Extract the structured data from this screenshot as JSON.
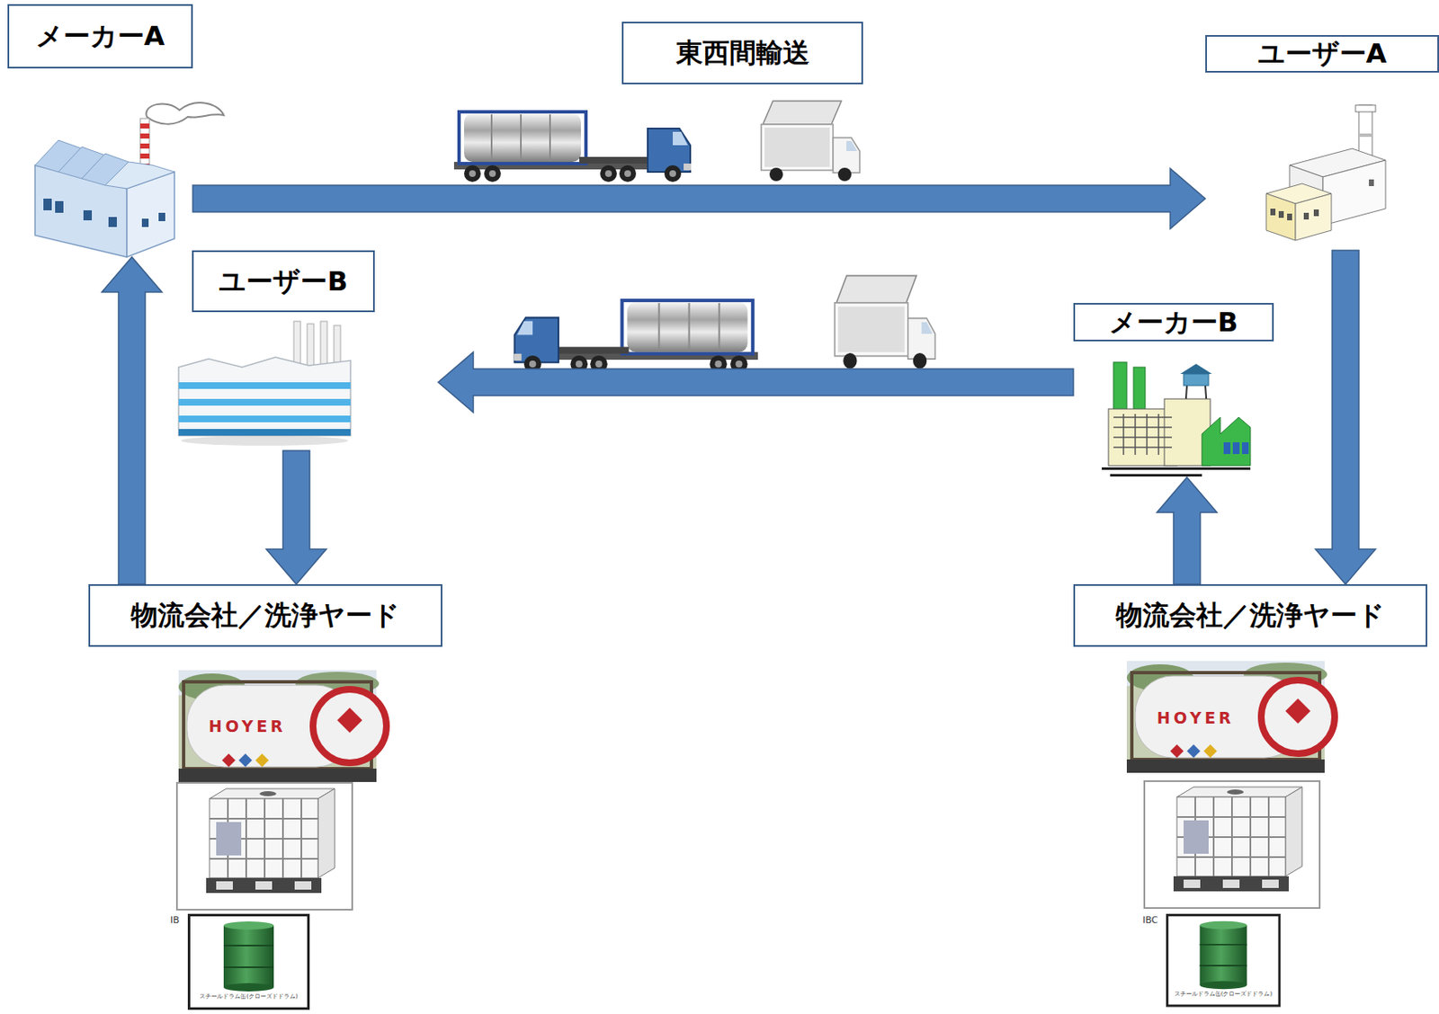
{
  "diagram": {
    "nodes": [
      {
        "text": [
          "メーカーA"
        ]
      },
      {
        "text": [
          "東西間輸送"
        ]
      },
      {
        "text": [
          "ユーザーA"
        ]
      },
      {
        "text": [
          "ユーザーB"
        ]
      },
      {
        "text": [
          "メーカーB"
        ]
      },
      {
        "text": [
          "物流会社／洗浄ヤード"
        ]
      },
      {
        "text": [
          "物流会社／洗浄ヤード"
        ]
      }
    ],
    "edges": [
      {
        "from": 0,
        "to": 2,
        "arrow": "to"
      },
      {
        "from": 2,
        "to": 6,
        "arrow": "to"
      },
      {
        "from": 6,
        "to": 4,
        "arrow": "to"
      },
      {
        "from": 4,
        "to": 3,
        "arrow": "to"
      },
      {
        "from": 3,
        "to": 5,
        "arrow": "to"
      },
      {
        "from": 5,
        "to": 0,
        "arrow": "to"
      }
    ],
    "labels": [
      "HOYER",
      "IB",
      "スチールドラム缶(クローズドドラム)",
      "HOYER",
      "IBC",
      "スチールドラム缶(クローズドドラム)"
    ]
  }
}
